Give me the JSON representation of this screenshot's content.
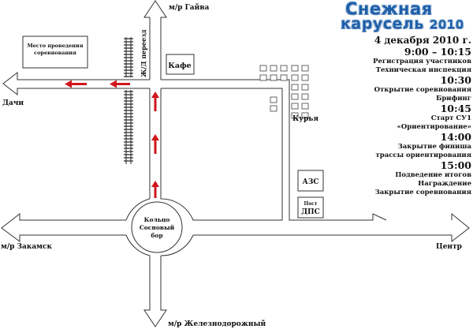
{
  "logo": {
    "line1": "Снежная",
    "line2": "карусель",
    "year": "2010",
    "color": "#1f5fa8"
  },
  "schedule": {
    "date": "4 декабря 2010 г.",
    "blocks": [
      {
        "time": "9:00 – 10:15",
        "items": [
          "Регистрация участников",
          "Техническая инспекция"
        ]
      },
      {
        "time": "10:30",
        "items": [
          "Открытие соревнования",
          "Брифинг"
        ]
      },
      {
        "time": "10:45",
        "items": [
          "Старт СУ1",
          "«Ориентирование»"
        ]
      },
      {
        "time": "14:00",
        "items": [
          "Закрытие финиша",
          "трассы ориентирования"
        ]
      },
      {
        "time": "15:00",
        "items": [
          "Подведение итогов",
          "Награждение",
          "Закрытие соревнования"
        ]
      }
    ]
  },
  "map": {
    "directions": {
      "north": "м/р Гайва",
      "west_top": "Дачи",
      "west_bottom": "м/р Закамск",
      "east": "Центр",
      "south": "м/р Железнодорожный"
    },
    "railway_label": "Ж/Д переезд",
    "venue_label_1": "Место проведения",
    "venue_label_2": "соревнования",
    "cafe_label": "Кафе",
    "district_label": "Курья",
    "gas_station_label": "АЗС",
    "police_post_label_1": "Пост",
    "police_post_label_2": "ДПС",
    "roundabout_label_1": "Кольцо",
    "roundabout_label_2": "Сосновый",
    "roundabout_label_3": "бор",
    "route_color": "#d0161c"
  }
}
